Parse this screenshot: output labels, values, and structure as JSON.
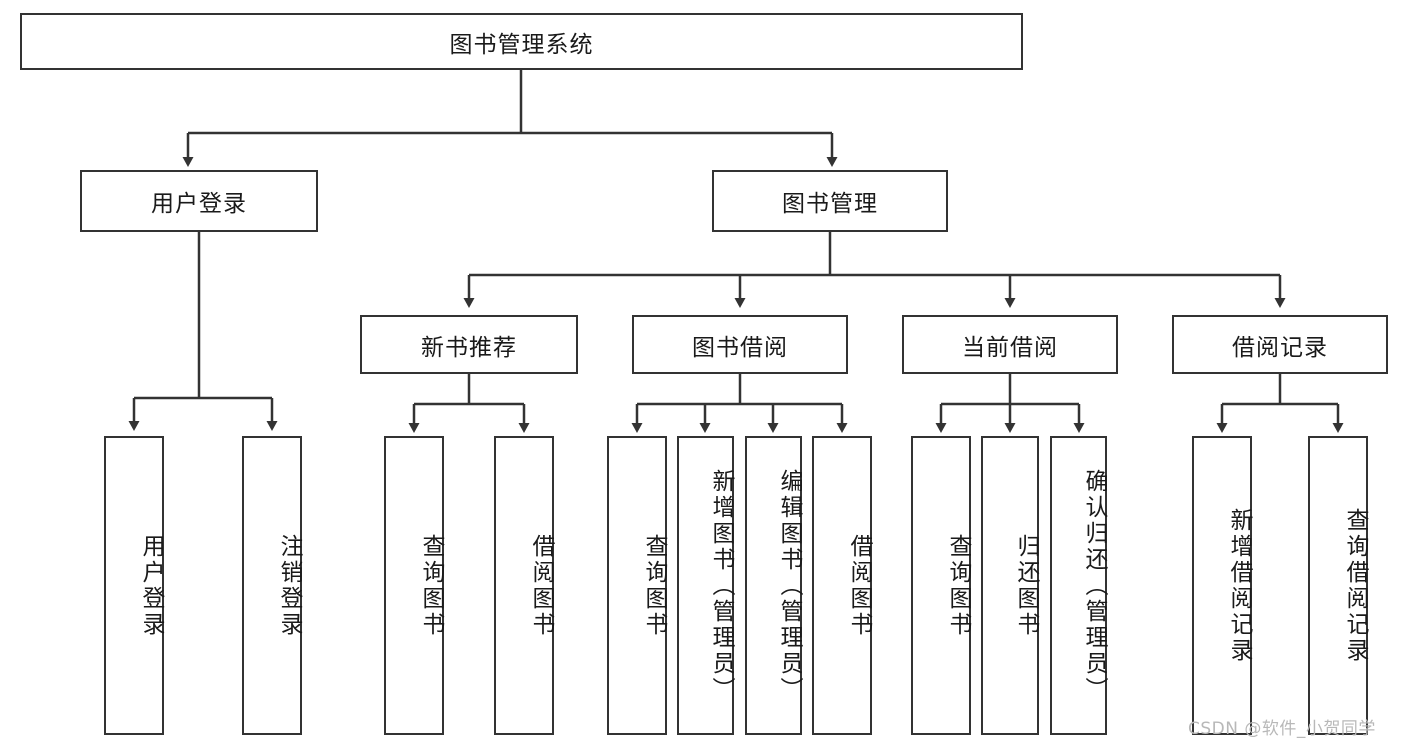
{
  "diagram": {
    "title": "图书管理系统",
    "type": "tree-hierarchy-diagram",
    "orientation": "top-down",
    "colors": {
      "stroke": "#333333",
      "fill": "#ffffff",
      "text": "#1a1a1a",
      "watermark": "#b8b8b8"
    },
    "root": {
      "label": "图书管理系统"
    },
    "level2": [
      {
        "label": "用户登录"
      },
      {
        "label": "图书管理"
      }
    ],
    "level3": [
      {
        "label": "新书推荐"
      },
      {
        "label": "图书借阅"
      },
      {
        "label": "当前借阅"
      },
      {
        "label": "借阅记录"
      }
    ],
    "leaves": {
      "user_login": [
        {
          "label": "用户登录"
        },
        {
          "label": "注销登录"
        }
      ],
      "new_book_recommend": [
        {
          "label": "查询图书"
        },
        {
          "label": "借阅图书"
        }
      ],
      "book_borrow": [
        {
          "label": "查询图书"
        },
        {
          "label": "新增图书（管理员）"
        },
        {
          "label": "编辑图书（管理员）"
        },
        {
          "label": "借阅图书"
        }
      ],
      "current_borrow": [
        {
          "label": "查询图书"
        },
        {
          "label": "归还图书"
        },
        {
          "label": "确认归还（管理员）"
        }
      ],
      "borrow_record": [
        {
          "label": "新增借阅记录"
        },
        {
          "label": "查询借阅记录"
        }
      ]
    }
  },
  "watermark": {
    "text": "CSDN @软件_小贺同学"
  }
}
